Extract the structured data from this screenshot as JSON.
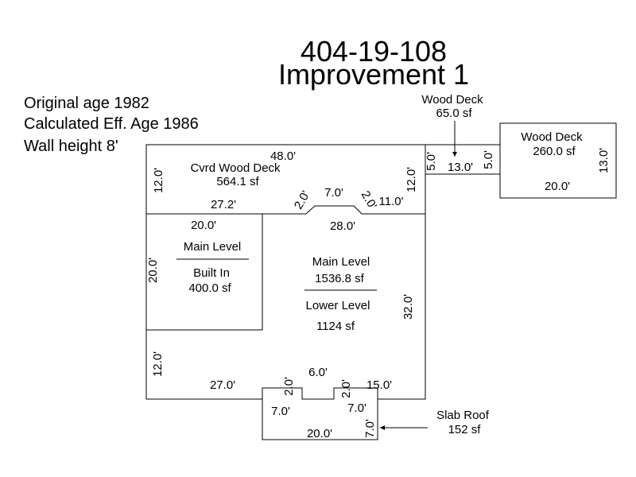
{
  "header": {
    "parcel_id": "404-19-108",
    "improvement": "Improvement 1"
  },
  "info": {
    "original_age": "Original age 1982",
    "calculated_eff_age": "Calculated Eff. Age 1986",
    "wall_height": "Wall height 8'"
  },
  "areas": {
    "cvrd_deck_name": "Cvrd Wood Deck",
    "cvrd_deck_sf": "564.1 sf",
    "deck_small_name": "Wood Deck",
    "deck_small_sf": "65.0 sf",
    "deck_large_name": "Wood Deck",
    "deck_large_sf": "260.0 sf",
    "main_level_name": "Main Level",
    "main_level_sf": "1536.8 sf",
    "lower_level_name": "Lower Level",
    "lower_level_sf": "1124 sf",
    "builtin_top": "Main Level",
    "builtin_name": "Built In",
    "builtin_sf": "400.0 sf",
    "slab_name": "Slab Roof",
    "slab_sf": "152 sf"
  },
  "dims": {
    "deck_top": "48.0'",
    "deck_left": "12.0'",
    "deck_right": "12.0'",
    "deck_bottom_left": "27.2'",
    "bump_top": "7.0'",
    "bump_left": "2.0'",
    "bump_right": "2.0'",
    "deck_bottom_right": "11.0'",
    "small_deck_left": "5.0'",
    "small_deck_width": "13.0'",
    "small_deck_right": "5.0'",
    "large_deck_width": "20.0'",
    "large_deck_height": "13.0'",
    "builtin_width": "20.0'",
    "builtin_height": "20.0'",
    "main_top": "28.0'",
    "main_right": "32.0'",
    "lower_left": "12.0'",
    "bottom_left": "27.0'",
    "notch_left": "2.0'",
    "notch_top": "6.0'",
    "notch_right": "2.0'",
    "bottom_right": "15.0'",
    "slab_left": "7.0'",
    "slab_right_top": "7.0'",
    "slab_bottom": "20.0'",
    "slab_right": "7.0'"
  }
}
